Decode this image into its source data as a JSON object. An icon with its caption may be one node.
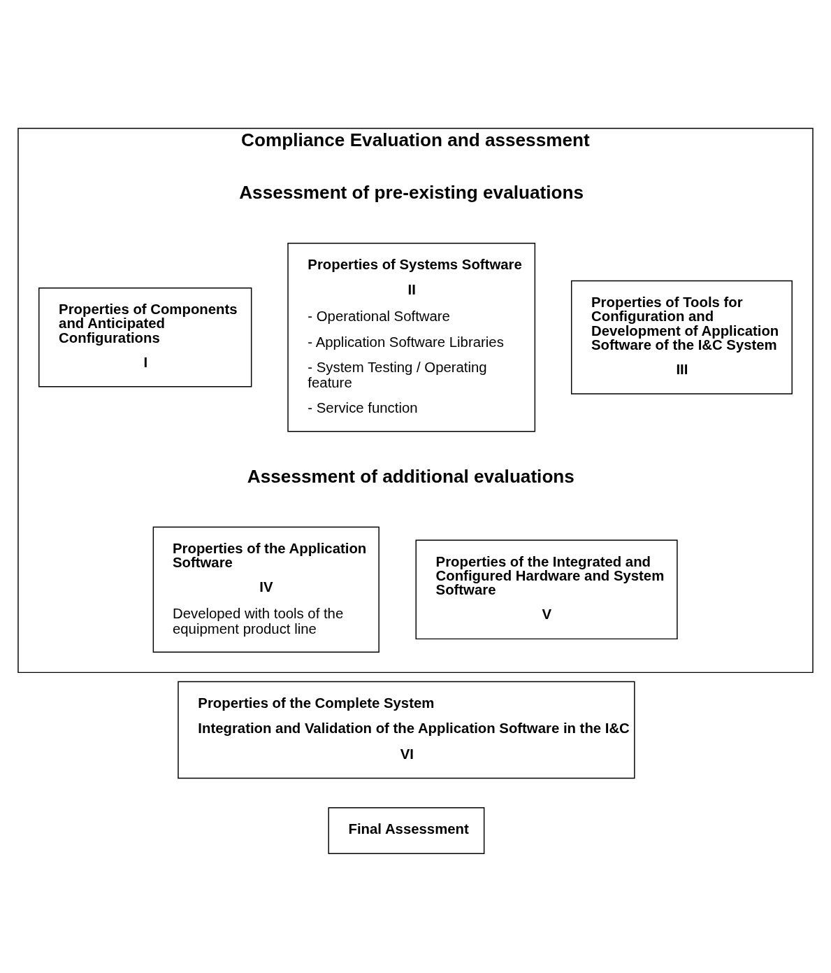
{
  "diagram": {
    "nodes": [
      {
        "text": [
          "Compliance Evaluation and assessment"
        ]
      },
      {
        "text": [
          "Properties of Components and Anticipated Configurations",
          "I"
        ],
        "in": 0
      },
      {
        "text": [
          "Properties of Systems Software",
          "II",
          "- Operational Software",
          "- Application Software Libraries",
          "- System Testing / Operating feature",
          "- Service function"
        ],
        "in": 0
      },
      {
        "text": [
          "Properties of Tools for Configuration and Development of Application Software of the I&C System",
          "III"
        ],
        "in": 0
      },
      {
        "text": [
          "Properties of the Application Software",
          "IV",
          "Developed with tools of the equipment product line"
        ],
        "in": 0
      },
      {
        "text": [
          "Properties of the Integrated and Configured Hardware and System Software",
          "V"
        ],
        "in": 0
      },
      {
        "text": [
          "Properties of the Complete System",
          "Integration and Validation of the Application Software in the I&C",
          "VI"
        ]
      },
      {
        "text": [
          "Final Assessment"
        ]
      }
    ],
    "edges": [],
    "labels": [
      "Assessment of pre-existing evaluations",
      "Assessment of additional evaluations"
    ]
  }
}
